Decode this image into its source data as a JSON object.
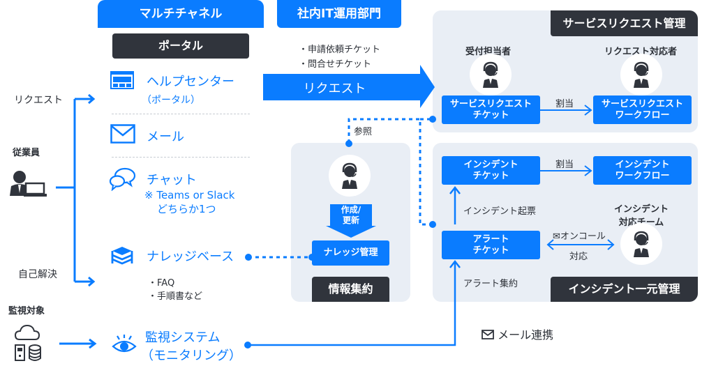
{
  "header": {
    "multichannel": "マルチチャネル",
    "it_dept": "社内IT運用部門"
  },
  "left": {
    "request_label": "リクエスト",
    "employee_label": "従業員",
    "self_solve_label": "自己解決",
    "monitor_target_label": "監視対象"
  },
  "channels": {
    "portal_header": "ポータル",
    "helpcenter": "ヘルプセンター",
    "helpcenter_sub": "（ポータル）",
    "mail": "メール",
    "chat": "チャット",
    "chat_note1": "※ Teams or Slack",
    "chat_note2": "どちらか1つ",
    "knowledge": "ナレッジベース",
    "knowledge_items": [
      "・FAQ",
      "・手順書など"
    ],
    "monitoring": "監視システム",
    "monitoring_sub": "（モニタリング）"
  },
  "middle": {
    "ticket_types": [
      "・申請依頼チケット",
      "・問合せチケット"
    ],
    "request_arrow": "リクエスト",
    "reference": "参照",
    "create_update_1": "作成/",
    "create_update_2": "更新",
    "knowledge_mgmt": "ナレッジ管理",
    "info_aggregation": "情報集約",
    "mail_integration": "メール連携"
  },
  "service_request": {
    "title": "サービスリクエスト管理",
    "receptionist": "受付担当者",
    "responder": "リクエスト対応者",
    "ticket_1": "サービスリクエスト",
    "ticket_2": "チケット",
    "assign": "割当",
    "workflow_1": "サービスリクエスト",
    "workflow_2": "ワークフロー"
  },
  "incident": {
    "title": "インシデント一元管理",
    "ticket_1": "インシデント",
    "ticket_2": "チケット",
    "assign": "割当",
    "workflow_1": "インシデント",
    "workflow_2": "ワークフロー",
    "raise": "インシデント起票",
    "team_1": "インシデント",
    "team_2": "対応チーム",
    "alert_1": "アラート",
    "alert_2": "チケット",
    "oncall": "✉オンコール",
    "respond": "対応",
    "alert_aggregation": "アラート集約"
  },
  "colors": {
    "accent": "#0a7cff",
    "dark": "#30343c",
    "panel": "#e9eef5"
  }
}
